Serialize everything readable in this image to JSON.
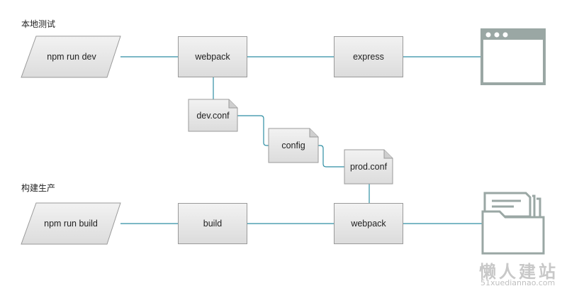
{
  "sections": {
    "local_test": "本地测试",
    "build_production": "构建生产"
  },
  "nodes": {
    "npm_run_dev": "npm run dev",
    "webpack_top": "webpack",
    "express": "express",
    "dev_conf": "dev.conf",
    "config": "config",
    "prod_conf": "prod.conf",
    "npm_run_build": "npm run build",
    "build": "build",
    "webpack_bottom": "webpack"
  },
  "icons": {
    "browser": "browser-window-icon",
    "folder": "folder-with-documents-icon"
  },
  "colors": {
    "connector": "#2e8ea3",
    "icon": "#9aa7a4",
    "box_border": "#9a9a9a"
  },
  "watermark": {
    "text_cn": "懒人建站",
    "url": "51xuediannao.com"
  }
}
